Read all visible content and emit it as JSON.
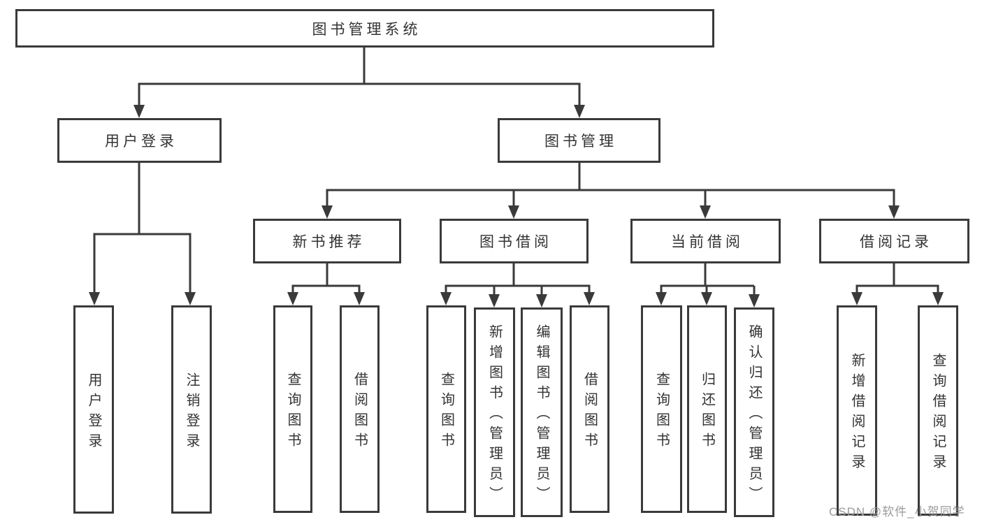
{
  "diagram_title": "图书管理系统",
  "nodes": {
    "root": {
      "label": "图书管理系统"
    },
    "user_login": {
      "label": "用户登录"
    },
    "book_mgmt": {
      "label": "图书管理"
    },
    "new_book_rec": {
      "label": "新书推荐"
    },
    "book_borrow": {
      "label": "图书借阅"
    },
    "current_borrow": {
      "label": "当前借阅"
    },
    "borrow_records": {
      "label": "借阅记录"
    },
    "leaf_user_login": {
      "label": "用户登录"
    },
    "leaf_logout": {
      "label": "注销登录"
    },
    "leaf_rec_query": {
      "label": "查询图书"
    },
    "leaf_rec_borrow": {
      "label": "借阅图书"
    },
    "leaf_bb_query": {
      "label": "查询图书"
    },
    "leaf_bb_add": {
      "label": "新增图书（管理员）"
    },
    "leaf_bb_edit": {
      "label": "编辑图书（管理员）"
    },
    "leaf_bb_borrow": {
      "label": "借阅图书"
    },
    "leaf_cb_query": {
      "label": "查询图书"
    },
    "leaf_cb_return": {
      "label": "归还图书"
    },
    "leaf_cb_confirm": {
      "label": "确认归还（管理员）"
    },
    "leaf_br_add": {
      "label": "新增借阅记录"
    },
    "leaf_br_query": {
      "label": "查询借阅记录"
    }
  },
  "hierarchy": {
    "图书管理系统": [
      "用户登录",
      "图书管理"
    ],
    "用户登录": [
      "用户登录",
      "注销登录"
    ],
    "图书管理": [
      "新书推荐",
      "图书借阅",
      "当前借阅",
      "借阅记录"
    ],
    "新书推荐": [
      "查询图书",
      "借阅图书"
    ],
    "图书借阅": [
      "查询图书",
      "新增图书（管理员）",
      "编辑图书（管理员）",
      "借阅图书"
    ],
    "当前借阅": [
      "查询图书",
      "归还图书",
      "确认归还（管理员）"
    ],
    "借阅记录": [
      "新增借阅记录",
      "查询借阅记录"
    ]
  },
  "watermark": "CSDN @软件_小贺同学",
  "colors": {
    "line": "#3a3a3a",
    "text": "#333333",
    "watermark": "#9b9b9b",
    "background": "#ffffff"
  }
}
